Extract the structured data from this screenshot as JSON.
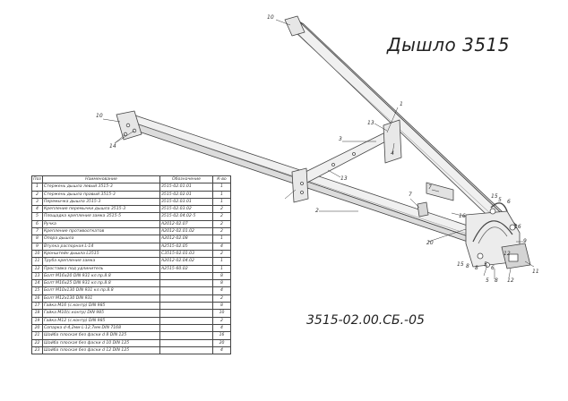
{
  "title": "Дышло 3515",
  "document_number": "3515-02.00.СБ.-05",
  "callouts": [
    "10",
    "1",
    "10",
    "14",
    "3",
    "13",
    "4",
    "13",
    "7",
    "7",
    "2",
    "16",
    "15",
    "5",
    "6",
    "16",
    "9",
    "20",
    "15",
    "8",
    "11",
    "12",
    "5",
    "6",
    "8",
    "5",
    "8",
    "12"
  ],
  "table": {
    "headers": [
      "Поз",
      "Наименование",
      "Обозначение",
      "К-во"
    ],
    "rows": [
      [
        "1",
        "Стержень дышла левый 3515-3",
        "3515-02.01.01",
        "1"
      ],
      [
        "2",
        "Стержень дышла правый 3515-3",
        "3515-02.02.01",
        "1"
      ],
      [
        "3",
        "Перемычка дышла 3515-3",
        "3515-02.03.01",
        "1"
      ],
      [
        "4",
        "Крепление перемычки дышла 3515-3",
        "3515-02.03.02",
        "2"
      ],
      [
        "5",
        "Площадка крепления замка 3515-5",
        "3515-02.04.02-5",
        "2"
      ],
      [
        "6",
        "Ручка",
        "A2012-02.07",
        "2"
      ],
      [
        "7",
        "Крепление противооткатов",
        "A2012-02.01.02",
        "2"
      ],
      [
        "8",
        "Опора дышла",
        "A2012-02.08",
        "1"
      ],
      [
        "9",
        "Втулка распорная L-14",
        "A2515-02.05",
        "4"
      ],
      [
        "10",
        "Кронштейн дышла L3515",
        "С3515-02.01.03",
        "2"
      ],
      [
        "11",
        "Труба крепления замка",
        "A2012-02.04.02",
        "1"
      ],
      [
        "12",
        "Проставка под удлинитель",
        "A2515-60.02",
        "1"
      ],
      [
        "13",
        "Болт М16х20 DIN 931 кл.пр.8.8",
        "",
        "8"
      ],
      [
        "14",
        "Болт М16х25 DIN 931 кл.пр.8.8",
        "",
        "8"
      ],
      [
        "15",
        "Болт М10х130 DIN 931 кл.пр.8.8",
        "",
        "4"
      ],
      [
        "16",
        "Болт М12х130 DIN 931",
        "",
        "2"
      ],
      [
        "17",
        "Гайка М16 (с.контр) DIN 985",
        "",
        "8"
      ],
      [
        "18",
        "Гайка М10(с.контр) DIN 985",
        "",
        "10"
      ],
      [
        "19",
        "Гайка М12 (с.контр) DIN 985",
        "",
        "2"
      ],
      [
        "20",
        "Сопарка d-4,2мм L-12,7мм DIN 7168",
        "",
        "4"
      ],
      [
        "21",
        "Шайба плоская без фаски d 8 DIN 125",
        "",
        "16"
      ],
      [
        "22",
        "Шайба плоская без фаски d 10 DIN 125",
        "",
        "20"
      ],
      [
        "23",
        "Шайба плоская без фаски d 12 DIN 125",
        "",
        "4"
      ]
    ]
  }
}
